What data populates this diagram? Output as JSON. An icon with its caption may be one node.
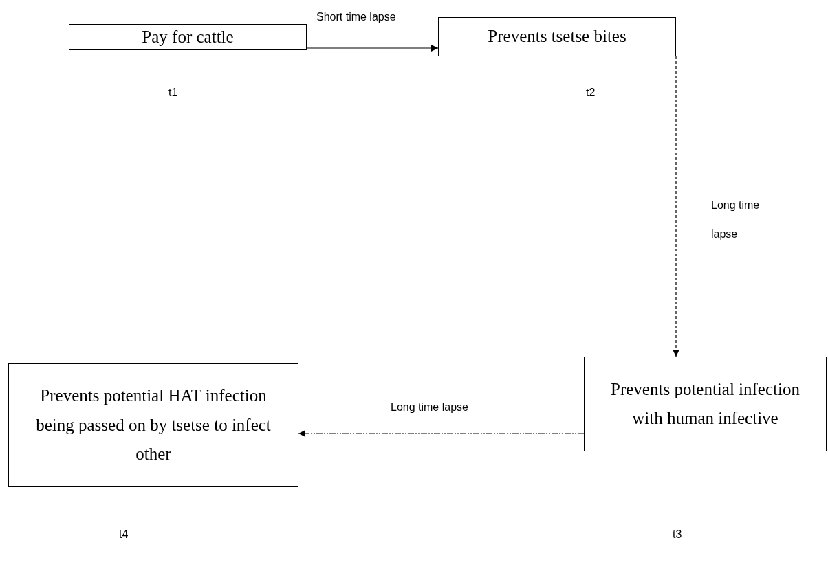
{
  "diagram": {
    "nodes": [
      {
        "text": [
          "Pay for cattle"
        ],
        "beside": [
          "t1"
        ]
      },
      {
        "text": [
          "Prevents tsetse bites"
        ],
        "beside": [
          "t2"
        ]
      },
      {
        "text": [
          "Prevents potential infection with human infective"
        ]
      },
      {
        "text": [
          "Prevents potential HAT infection being passed on by tsetse to infect other"
        ]
      }
    ],
    "labels": [
      "t4",
      "t3"
    ],
    "edges": [
      {
        "from": 0,
        "to": 1,
        "arrow": "to",
        "label": "Short time lapse"
      },
      {
        "from": 1,
        "to": 2,
        "arrow": "to",
        "label": "Long time lapse",
        "style": "dashed"
      },
      {
        "from": 2,
        "to": 3,
        "arrow": "to",
        "label": "Long time lapse",
        "style": "dashed"
      }
    ]
  }
}
